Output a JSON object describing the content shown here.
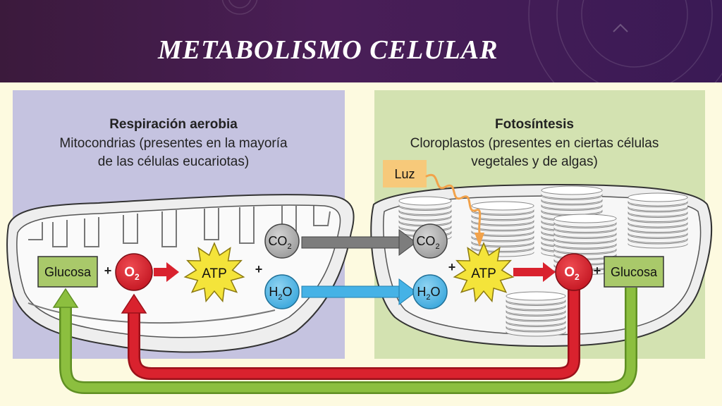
{
  "slide": {
    "title": "METABOLISMO CELULAR",
    "header_color": "#3f1b4a"
  },
  "respiration": {
    "heading": "Respiración aerobia",
    "line1": "Mitocondrias (presentes en la mayoría",
    "line2": "de las células eucariotas)",
    "panel_color": "#c5c3e0",
    "glucose": "Glucosa",
    "plus": "+",
    "o2": "O",
    "o2_sub": "2",
    "atp": "ATP",
    "co2": "CO",
    "co2_sub": "2",
    "h2o_h": "H",
    "h2o_sub": "2",
    "h2o_o": "O"
  },
  "photosynthesis": {
    "heading": "Fotosíntesis",
    "line1": "Cloroplastos (presentes en ciertas células",
    "line2": "vegetales y de algas)",
    "panel_color": "#d3e2b1",
    "light": "Luz",
    "glucose": "Glucosa",
    "plus": "+",
    "o2": "O",
    "o2_sub": "2",
    "atp": "ATP",
    "co2": "CO",
    "co2_sub": "2",
    "h2o_h": "H",
    "h2o_sub": "2",
    "h2o_o": "O"
  },
  "colors": {
    "o2": "#d9222e",
    "water": "#4fb4e4",
    "co2": "#a5a5a5",
    "atp": "#f4e43a",
    "glucose_box": "#a9c96a",
    "green_arrow": "#8cbf3f",
    "red_arrow": "#d9222e",
    "gray_arrow": "#7d7d7d",
    "blue_arrow": "#45b2e6"
  }
}
